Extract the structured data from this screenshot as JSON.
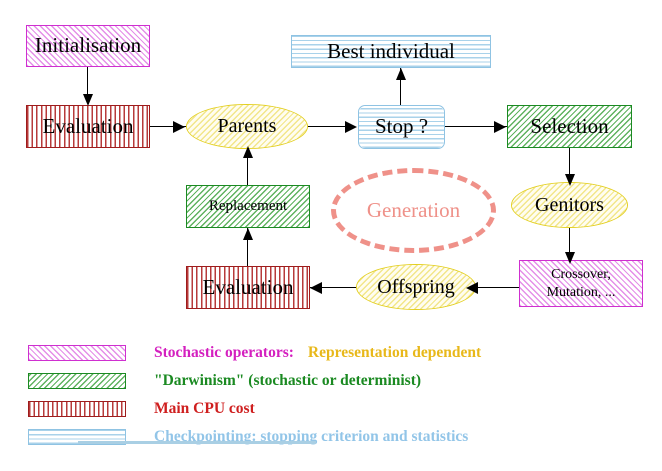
{
  "diagram": {
    "title": "Evolutionary Algorithm cycle",
    "nodes": {
      "initialisation": {
        "label": "Initialisation"
      },
      "evaluation_top": {
        "label": "Evaluation"
      },
      "parents": {
        "label": "Parents"
      },
      "best_individual": {
        "label": "Best individual"
      },
      "stop": {
        "label": "Stop ?"
      },
      "selection": {
        "label": "Selection"
      },
      "genitors": {
        "label": "Genitors"
      },
      "variation": {
        "label_line1": "Crossover,",
        "label_line2": "Mutation, ..."
      },
      "offspring": {
        "label": "Offspring"
      },
      "evaluation_bottom": {
        "label": "Evaluation"
      },
      "replacement": {
        "label": "Replacement"
      },
      "generation": {
        "label": "Generation"
      }
    },
    "edges": [
      {
        "from": "initialisation",
        "to": "evaluation_top",
        "direction": "down"
      },
      {
        "from": "evaluation_top",
        "to": "parents",
        "direction": "right"
      },
      {
        "from": "parents",
        "to": "stop",
        "direction": "right"
      },
      {
        "from": "stop",
        "to": "best_individual",
        "direction": "up"
      },
      {
        "from": "stop",
        "to": "selection",
        "direction": "right"
      },
      {
        "from": "selection",
        "to": "genitors",
        "direction": "down"
      },
      {
        "from": "genitors",
        "to": "variation",
        "direction": "down"
      },
      {
        "from": "variation",
        "to": "offspring",
        "direction": "left"
      },
      {
        "from": "offspring",
        "to": "evaluation_bottom",
        "direction": "left"
      },
      {
        "from": "evaluation_bottom",
        "to": "replacement",
        "direction": "up"
      },
      {
        "from": "replacement",
        "to": "parents",
        "direction": "up"
      }
    ]
  },
  "legend": {
    "rows": [
      {
        "swatch": "magenta-diagonal-hatch",
        "text_primary": "Stochastic operators:",
        "text_secondary": "Representation dependent",
        "color_primary": "#d41fbf",
        "color_secondary": "#e8b81a"
      },
      {
        "swatch": "green-diagonal-hatch",
        "text_primary": "\"Darwinism\" (stochastic or determinist)",
        "text_secondary": "",
        "color_primary": "#1b8a22",
        "color_secondary": ""
      },
      {
        "swatch": "red-vertical-hatch",
        "text_primary": "Main CPU cost",
        "text_secondary": "",
        "color_primary": "#cf1f1f",
        "color_secondary": ""
      },
      {
        "swatch": "blue-horizontal-hatch",
        "text_primary": "Checkpointing: stopping criterion and statistics",
        "text_secondary": "",
        "color_primary": "#92c5e8",
        "color_secondary": ""
      }
    ]
  },
  "colors": {
    "magenta_border": "#cf2fd0",
    "green_border": "#1b8a22",
    "red_border": "#9e1c1c",
    "blue_border": "#8fc3e3",
    "yellow_border": "#e3cf1f",
    "generation_dash": "#ef9189",
    "background": "#ffffff"
  }
}
